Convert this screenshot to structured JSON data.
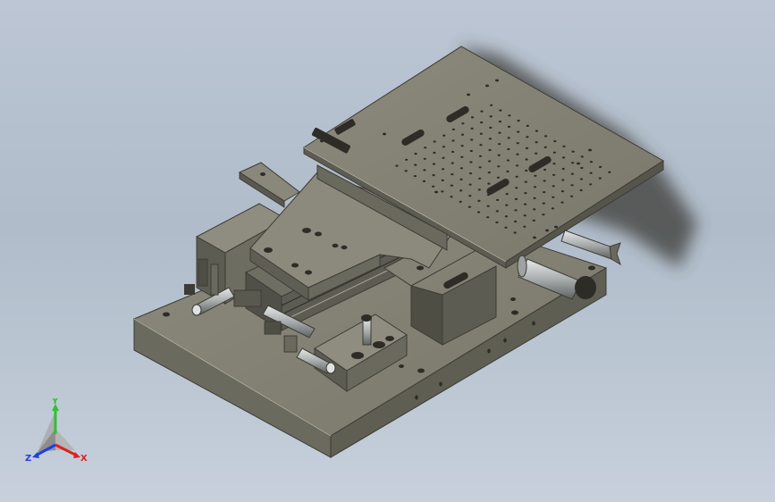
{
  "viewport": {
    "background_top": "#bcc6d4",
    "background_bottom": "#c7d0dc"
  },
  "model": {
    "body_color": "#7c7a6c",
    "dark_color": "#3d3c36",
    "highlight_color": "#a6a497",
    "shaft_color": "#b9bdbd"
  },
  "triad": {
    "x_label": "X",
    "y_label": "Y",
    "z_label": "Z",
    "x_color": "#e02020",
    "y_color": "#30c030",
    "z_color": "#2040e0"
  }
}
